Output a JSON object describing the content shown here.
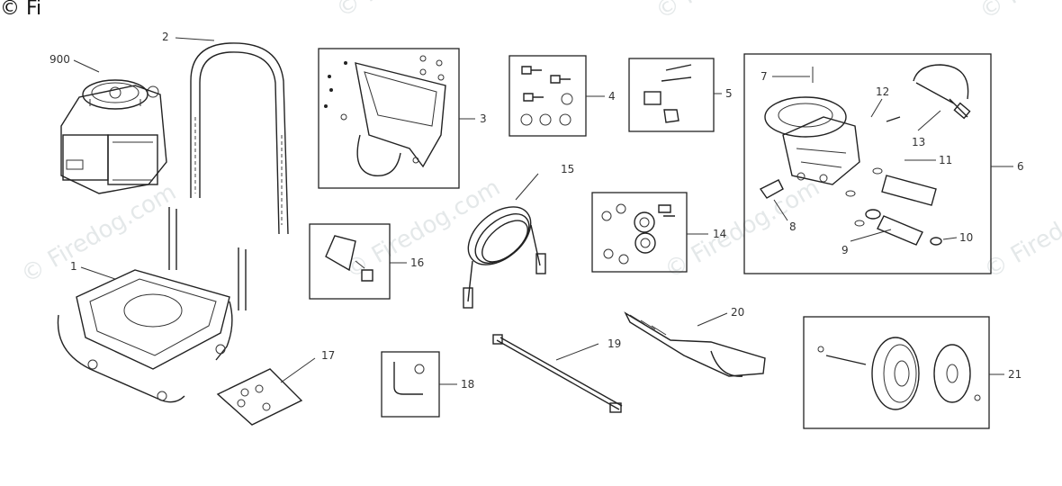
{
  "copyright_mark": "© Fi",
  "watermarks": [
    "© Fi",
    "© Fi",
    "© Fi",
    "© Firedog.com",
    "© Firedog.com",
    "© Firedog.com",
    "© Firedog.com",
    "© Firedo",
    "© Fi"
  ],
  "callouts": {
    "c900": "900",
    "c1": "1",
    "c2": "2",
    "c3": "3",
    "c4": "4",
    "c5": "5",
    "c6": "6",
    "c7": "7",
    "c8": "8",
    "c9": "9",
    "c10": "10",
    "c11": "11",
    "c12": "12",
    "c13": "13",
    "c14": "14",
    "c15": "15",
    "c16": "16",
    "c17": "17",
    "c18": "18",
    "c19": "19",
    "c20": "20",
    "c21": "21"
  }
}
